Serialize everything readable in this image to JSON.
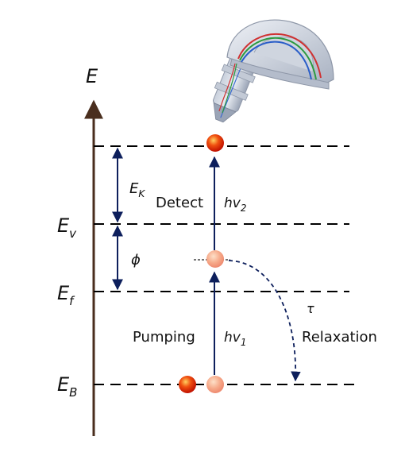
{
  "diagram": {
    "axis_label": "E",
    "level_labels": {
      "ev": {
        "main": "E",
        "sub": "v"
      },
      "ef": {
        "main": "E",
        "sub": "f"
      },
      "eb": {
        "main": "E",
        "sub": "B"
      }
    },
    "ek_label": {
      "main": "E",
      "sub": "K"
    },
    "phi_label": "ϕ",
    "tau_label": "τ",
    "detect_label": "Detect",
    "pumping_label": "Pumping",
    "relaxation_label": "Relaxation",
    "hv2_label": {
      "main": "hv",
      "sub": "2"
    },
    "hv1_label": {
      "main": "hv",
      "sub": "1"
    }
  }
}
